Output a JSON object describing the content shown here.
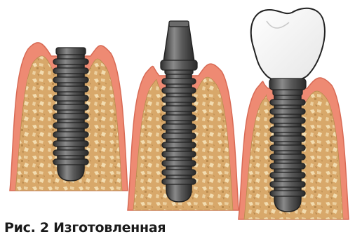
{
  "caption": "Рис. 2 Изготовленная",
  "colors": {
    "gum": "#ee8a73",
    "gum_edge": "#d86a55",
    "bone": "#d8a86a",
    "bone_speckle": "#f2dcb0",
    "bone_dark": "#b98a4e",
    "metal": "#4a4a4a",
    "metal_light": "#8a8a8a",
    "crown": "#ffffff",
    "outline": "#222222"
  },
  "stages": [
    {
      "name": "implant",
      "parts": [
        "implant-body"
      ]
    },
    {
      "name": "implant-with-abutment",
      "parts": [
        "implant-body",
        "abutment"
      ]
    },
    {
      "name": "implant-with-crown",
      "parts": [
        "implant-body",
        "crown"
      ]
    }
  ]
}
